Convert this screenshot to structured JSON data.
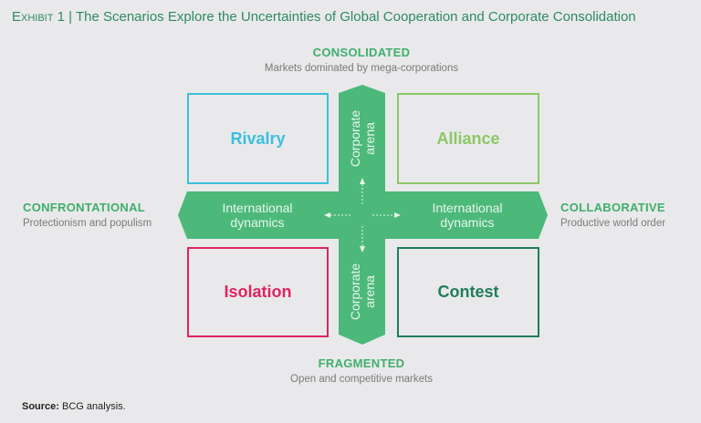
{
  "title": {
    "exhibit": "Exhibit 1",
    "separator": "|",
    "text": "The Scenarios Explore the Uncertainties of Global Cooperation and Corporate Consolidation"
  },
  "axes": {
    "top": {
      "label": "CONSOLIDATED",
      "sub": "Markets dominated by mega-corporations"
    },
    "bottom": {
      "label": "FRAGMENTED",
      "sub": "Open and competitive markets"
    },
    "left": {
      "label": "CONFRONTATIONAL",
      "sub": "Protectionism and populism"
    },
    "right": {
      "label": "COLLABORATIVE",
      "sub": "Productive world order"
    }
  },
  "scenarios": {
    "rivalry": {
      "label": "Rivalry",
      "color": "#3bbfdc"
    },
    "alliance": {
      "label": "Alliance",
      "color": "#8cc866"
    },
    "isolation": {
      "label": "Isolation",
      "color": "#e0245e"
    },
    "contest": {
      "label": "Contest",
      "color": "#1f7d5a"
    }
  },
  "bars": {
    "horizontal_label_line1": "International",
    "horizontal_label_line2": "dynamics",
    "vertical_label_line1": "Corporate",
    "vertical_label_line2": "arena",
    "color": "#4cb97a"
  },
  "source": {
    "label": "Source:",
    "text": "BCG analysis."
  }
}
